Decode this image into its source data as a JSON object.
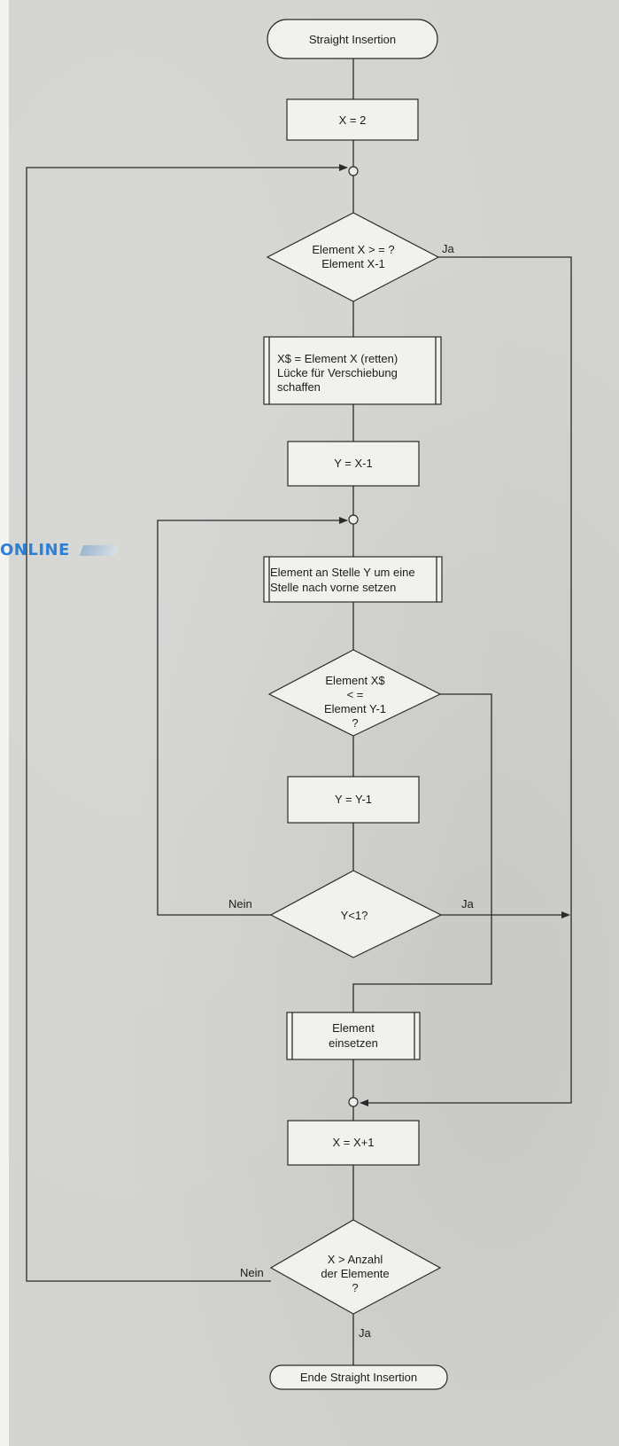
{
  "flowchart": {
    "nodes": {
      "start": [
        "Straight Insertion"
      ],
      "x_init": [
        "X = 2"
      ],
      "cmp1": [
        "Element X > = ?",
        "Element X-1"
      ],
      "save": [
        "X$ = Element X (retten)",
        "Lücke für Verschiebung",
        "schaffen"
      ],
      "y_init": [
        "Y = X-1"
      ],
      "shift": [
        "Element an Stelle Y um eine",
        "Stelle nach vorne setzen"
      ],
      "cmp2": [
        "Element X$",
        "< =",
        "Element Y-1",
        "?"
      ],
      "y_dec": [
        "Y = Y-1"
      ],
      "cmp3": [
        "Y<1?"
      ],
      "insert": [
        "Element",
        "einsetzen"
      ],
      "x_inc": [
        "X = X+1"
      ],
      "cmp4": [
        "X > Anzahl",
        "der Elemente",
        "?"
      ],
      "end": [
        "Ende Straight Insertion"
      ]
    },
    "edge_labels": {
      "cmp1_yes": "Ja",
      "cmp3_no": "Nein",
      "cmp3_yes": "Ja",
      "cmp4_no": "Nein",
      "cmp4_yes": "Ja"
    }
  },
  "watermark": "ONLINE"
}
